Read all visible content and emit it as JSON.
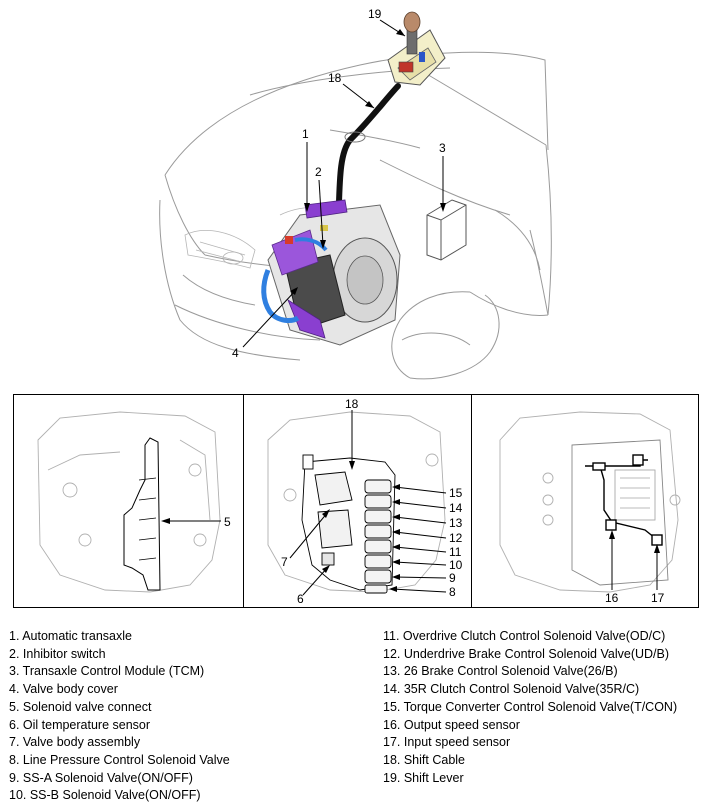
{
  "callouts": {
    "c1": "1",
    "c2": "2",
    "c3": "3",
    "c4": "4",
    "c5": "5",
    "c6": "6",
    "c7": "7",
    "c8": "8",
    "c9": "9",
    "c10": "10",
    "c11": "11",
    "c12": "12",
    "c13": "13",
    "c14": "14",
    "c15": "15",
    "c16": "16",
    "c17": "17",
    "c18_top": "18",
    "c18_panel": "18",
    "c19": "19"
  },
  "legend": {
    "left": [
      "1. Automatic transaxle",
      "2. Inhibitor switch",
      "3. Transaxle Control Module (TCM)",
      "4. Valve body cover",
      "5. Solenoid valve connect",
      "6. Oil temperature sensor",
      "7. Valve body assembly",
      "8. Line Pressure Control Solenoid Valve",
      "9. SS-A Solenoid Valve(ON/OFF)",
      "10. SS-B Solenoid Valve(ON/OFF)"
    ],
    "right": [
      "11. Overdrive Clutch Control Solenoid Valve(OD/C)",
      "12. Underdrive Brake Control Solenoid Valve(UD/B)",
      "13. 26 Brake Control Solenoid Valve(26/B)",
      "14. 35R Clutch Control Solenoid Valve(35R/C)",
      "15. Torque Converter Control Solenoid Valve(T/CON)",
      "16. Output speed sensor",
      "17. Input speed sensor",
      "18. Shift Cable",
      "19. Shift Lever"
    ]
  },
  "colors": {
    "transaxle_purple": "#8a3fd0",
    "hose_blue": "#2f7fe0",
    "connector_red": "#d83a2a",
    "lever_knob": "#b98a6a",
    "cable_black": "#111111"
  }
}
